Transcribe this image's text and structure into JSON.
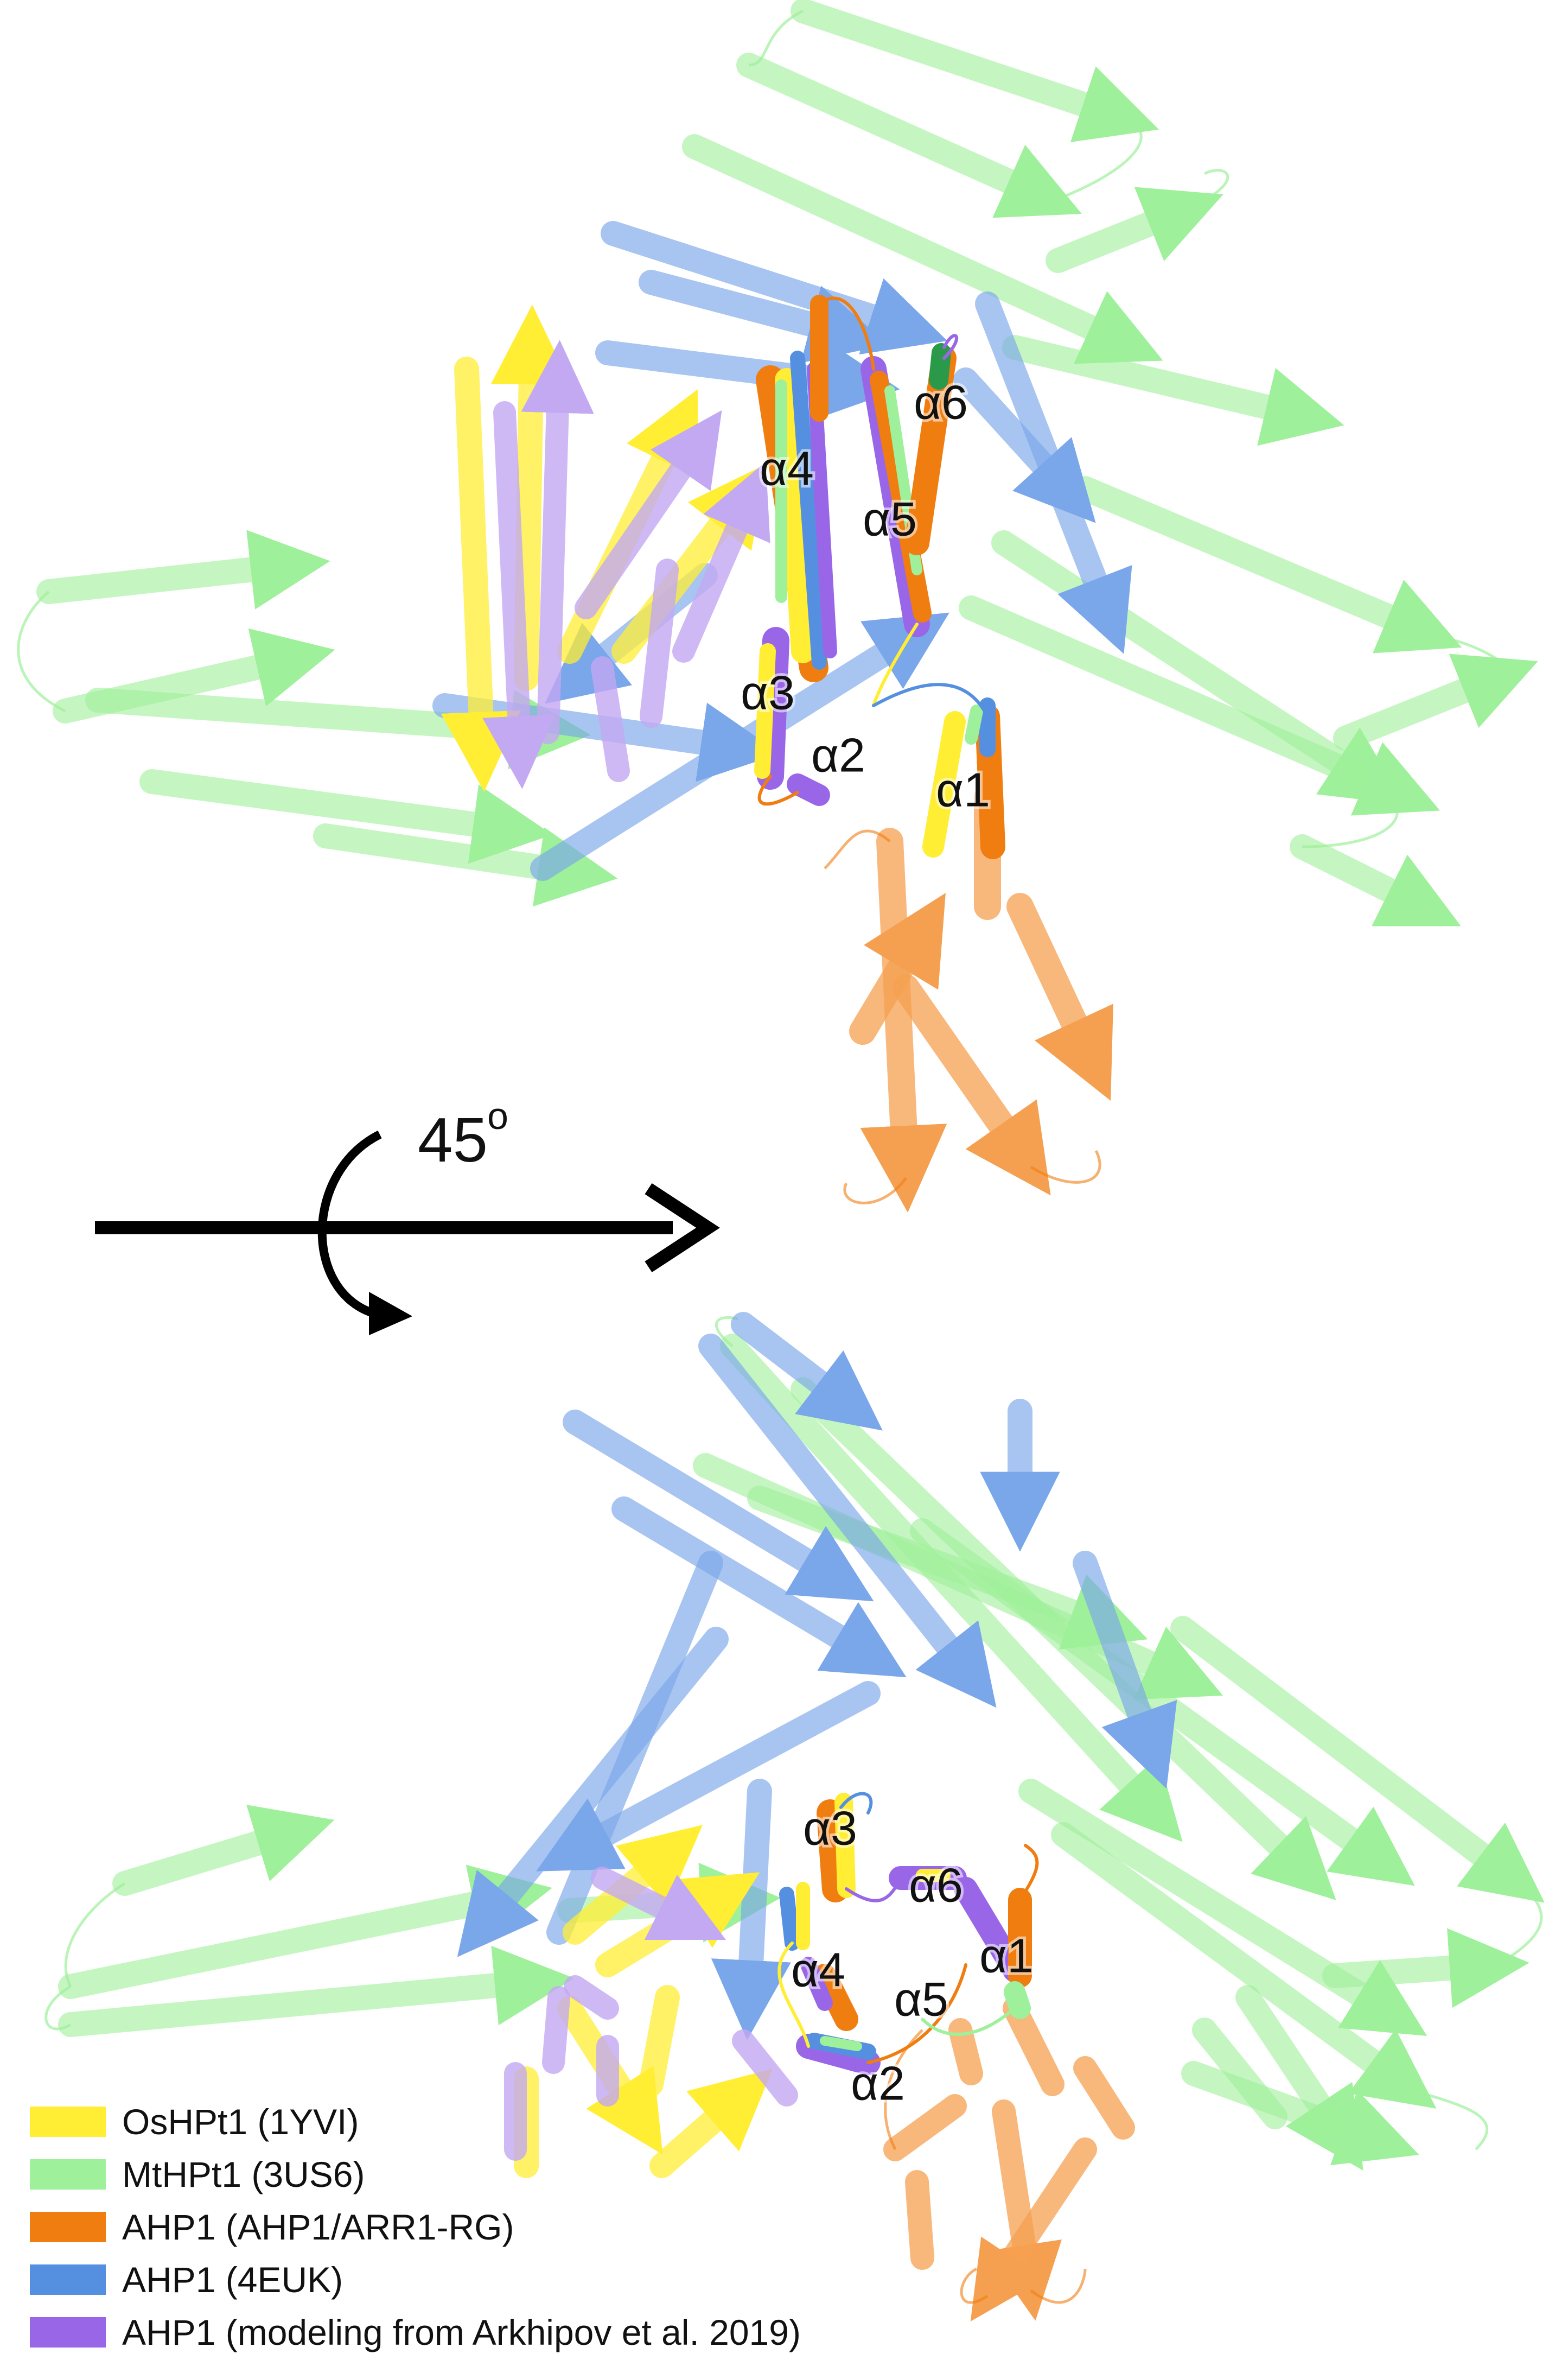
{
  "colors": {
    "OsHPt1": "#ffee33",
    "MtHPt1": "#9ef09a",
    "AHP1_RG": "#f07d10",
    "AHP1_4EUK": "#5590e0",
    "AHP1_model": "#9a66e8",
    "ARR1": "#f5a050"
  },
  "panels": {
    "top": {
      "labels": [
        "α6",
        "α4",
        "α5",
        "α3",
        "α2",
        "α1"
      ]
    },
    "bottom": {
      "labels": [
        "α3",
        "α6",
        "α1",
        "α4",
        "α5",
        "α2"
      ]
    }
  },
  "rotation": {
    "angle": "45",
    "unit": "o"
  },
  "legend": [
    {
      "label": "OsHPt1 (1YVI)",
      "color": "#ffee33"
    },
    {
      "label": "MtHPt1 (3US6)",
      "color": "#9ef09a"
    },
    {
      "label": "AHP1 (AHP1/ARR1-RG)",
      "color": "#f07d10"
    },
    {
      "label": "AHP1 (4EUK)",
      "color": "#5590e0"
    },
    {
      "label": "AHP1 (modeling from Arkhipov et al. 2019)",
      "color": "#9a66e8"
    }
  ]
}
